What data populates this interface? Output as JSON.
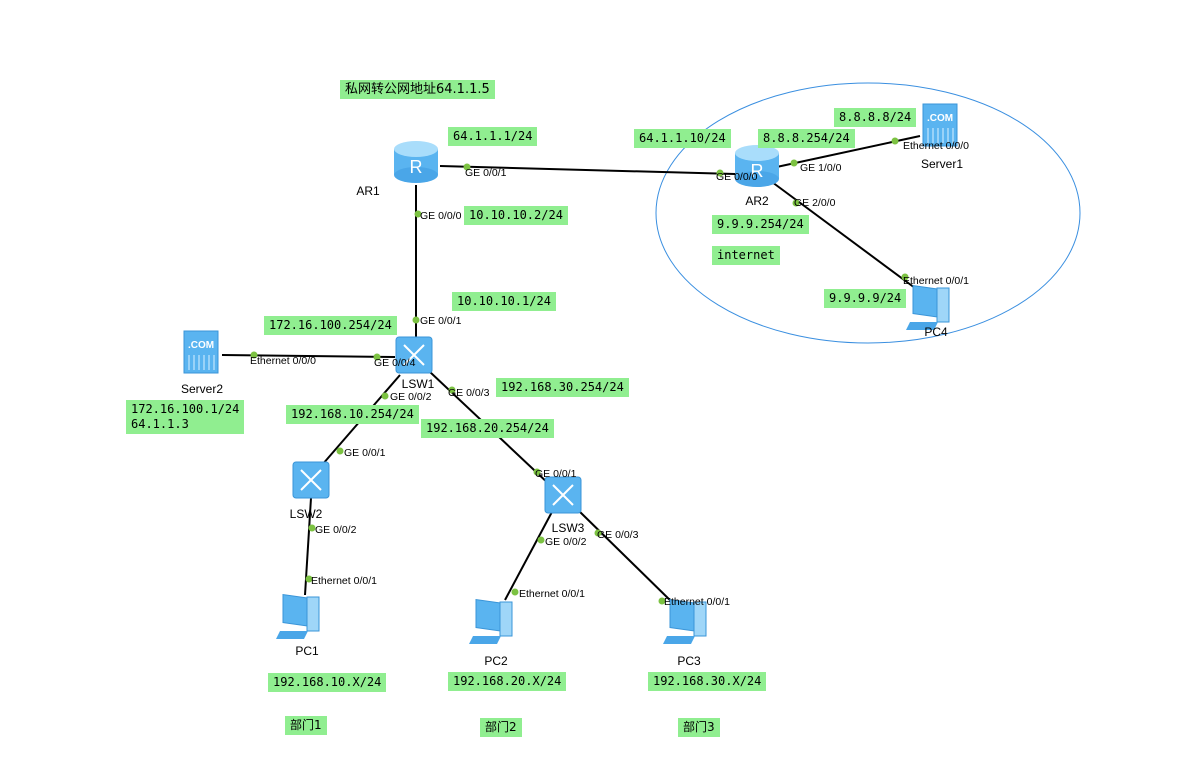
{
  "colors": {
    "label_bg": "#90ee90",
    "link": "#000000",
    "port_dot": "#7cc242",
    "boundary": "#3a8fe0",
    "device": "#5ab4f0"
  },
  "devices": [
    {
      "id": "AR1",
      "label": "AR1",
      "icon": "router-icon"
    },
    {
      "id": "AR2",
      "label": "AR2",
      "icon": "router-icon"
    },
    {
      "id": "Server1",
      "label": "Server1",
      "icon": "server-icon"
    },
    {
      "id": "Server2",
      "label": "Server2",
      "icon": "server-icon"
    },
    {
      "id": "LSW1",
      "label": "LSW1",
      "icon": "switch-icon"
    },
    {
      "id": "LSW2",
      "label": "LSW2",
      "icon": "switch-icon"
    },
    {
      "id": "LSW3",
      "label": "LSW3",
      "icon": "switch-icon"
    },
    {
      "id": "PC1",
      "label": "PC1",
      "icon": "pc-icon"
    },
    {
      "id": "PC2",
      "label": "PC2",
      "icon": "pc-icon"
    },
    {
      "id": "PC3",
      "label": "PC3",
      "icon": "pc-icon"
    },
    {
      "id": "PC4",
      "label": "PC4",
      "icon": "pc-icon"
    }
  ],
  "ports": [
    "GE 0/0/1",
    "GE 0/0/0",
    "GE 0/0/0",
    "GE 1/0/0",
    "GE 2/0/0",
    "Ethernet 0/0/0",
    "Ethernet 0/0/1",
    "GE 0/0/1",
    "Ethernet 0/0/0",
    "GE 0/0/4",
    "GE 0/0/2",
    "GE 0/0/3",
    "GE 0/0/1",
    "GE 0/0/2",
    "GE 0/0/1",
    "GE 0/0/2",
    "GE 0/0/3",
    "Ethernet 0/0/1",
    "Ethernet 0/0/1",
    "Ethernet 0/0/1"
  ],
  "labels": [
    "私网转公网地址64.1.1.5",
    "64.1.1.1/24",
    "64.1.1.10/24",
    "8.8.8.254/24",
    "8.8.8.8/24",
    "10.10.10.2/24",
    "9.9.9.254/24",
    "internet",
    "9.9.9.9/24",
    "10.10.10.1/24",
    "172.16.100.254/24",
    "192.168.30.254/24",
    "172.16.100.1/24\n64.1.1.3",
    "192.168.10.254/24",
    "192.168.20.254/24",
    "192.168.10.X/24",
    "192.168.20.X/24",
    "192.168.30.X/24",
    "部门1",
    "部门2",
    "部门3"
  ]
}
